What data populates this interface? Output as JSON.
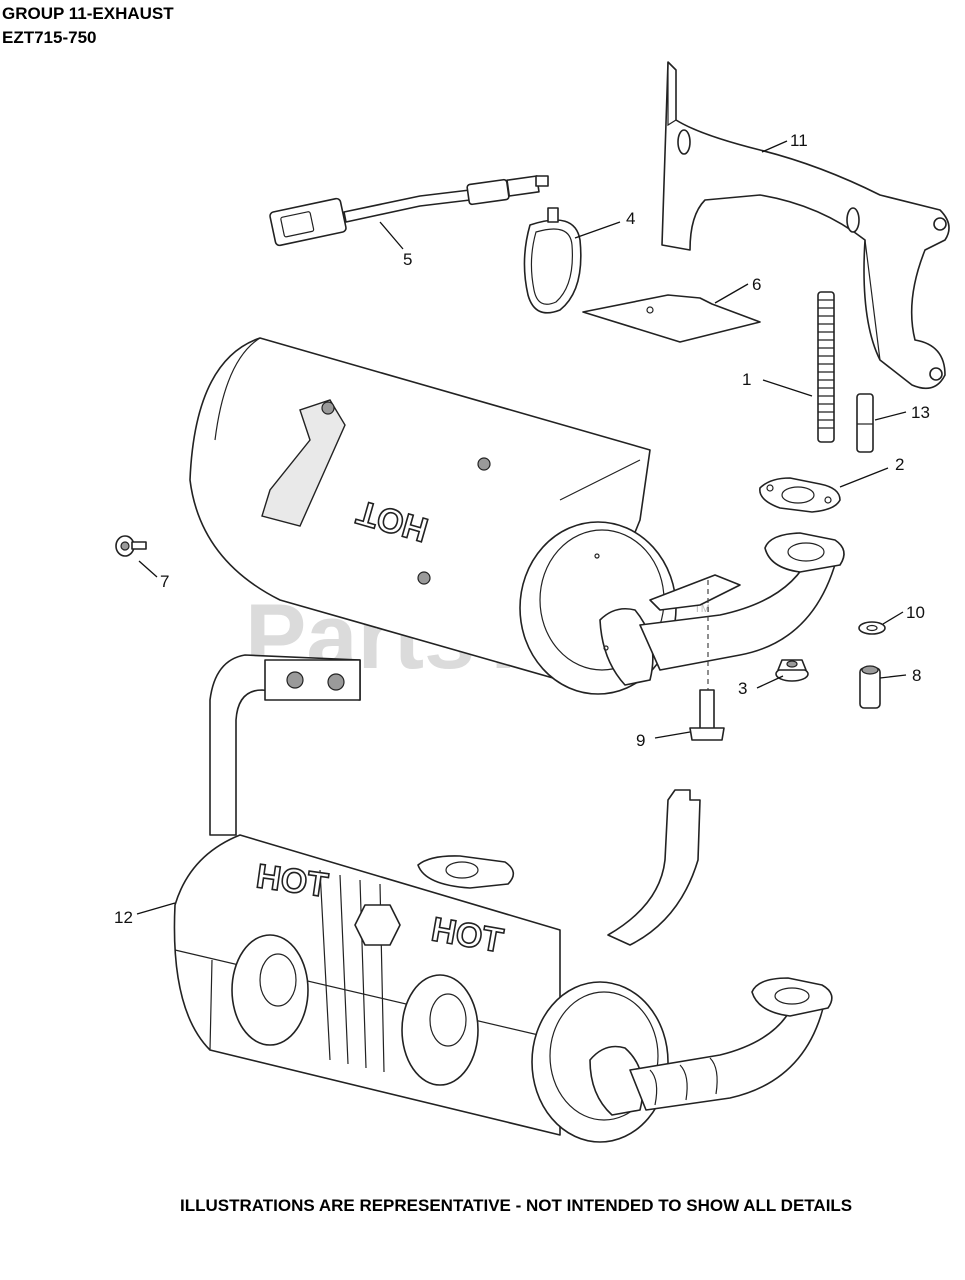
{
  "header": {
    "line1": "GROUP 11-EXHAUST",
    "line2": "EZT715-750"
  },
  "footer": "ILLUSTRATIONS ARE REPRESENTATIVE - NOT INTENDED TO SHOW ALL DETAILS",
  "watermark": {
    "text": "PartsTree",
    "tm": "TM"
  },
  "embossed_text": "HOT",
  "callouts": [
    "1",
    "2",
    "3",
    "4",
    "5",
    "6",
    "7",
    "8",
    "9",
    "10",
    "11",
    "12",
    "13"
  ]
}
